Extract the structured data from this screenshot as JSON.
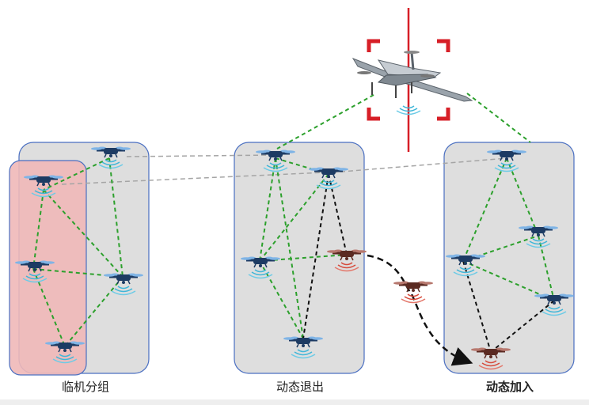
{
  "captions": {
    "group_split": "临机分组",
    "dynamic_exit": "动态退出",
    "dynamic_join": "动态加入"
  },
  "colors": {
    "panel_fill": "#dedede",
    "panel_stroke": "#4a6fc1",
    "group_fill": "#f0b8b8",
    "link_green": "#2ca02c",
    "link_black": "#111111",
    "link_gray": "#a5a5a5",
    "target_red": "#d71f27",
    "drone_blue": "#1d3b63",
    "drone_red": "#5a2a22",
    "signal_blue": "#3fb6d8",
    "signal_red": "#d64a3a"
  },
  "icons": {
    "aircraft": "fixed-wing-vtol-uav-icon",
    "drone": "quadcopter-drone-icon",
    "signal": "wireless-signal-icon",
    "target": "targeting-reticle-icon"
  }
}
